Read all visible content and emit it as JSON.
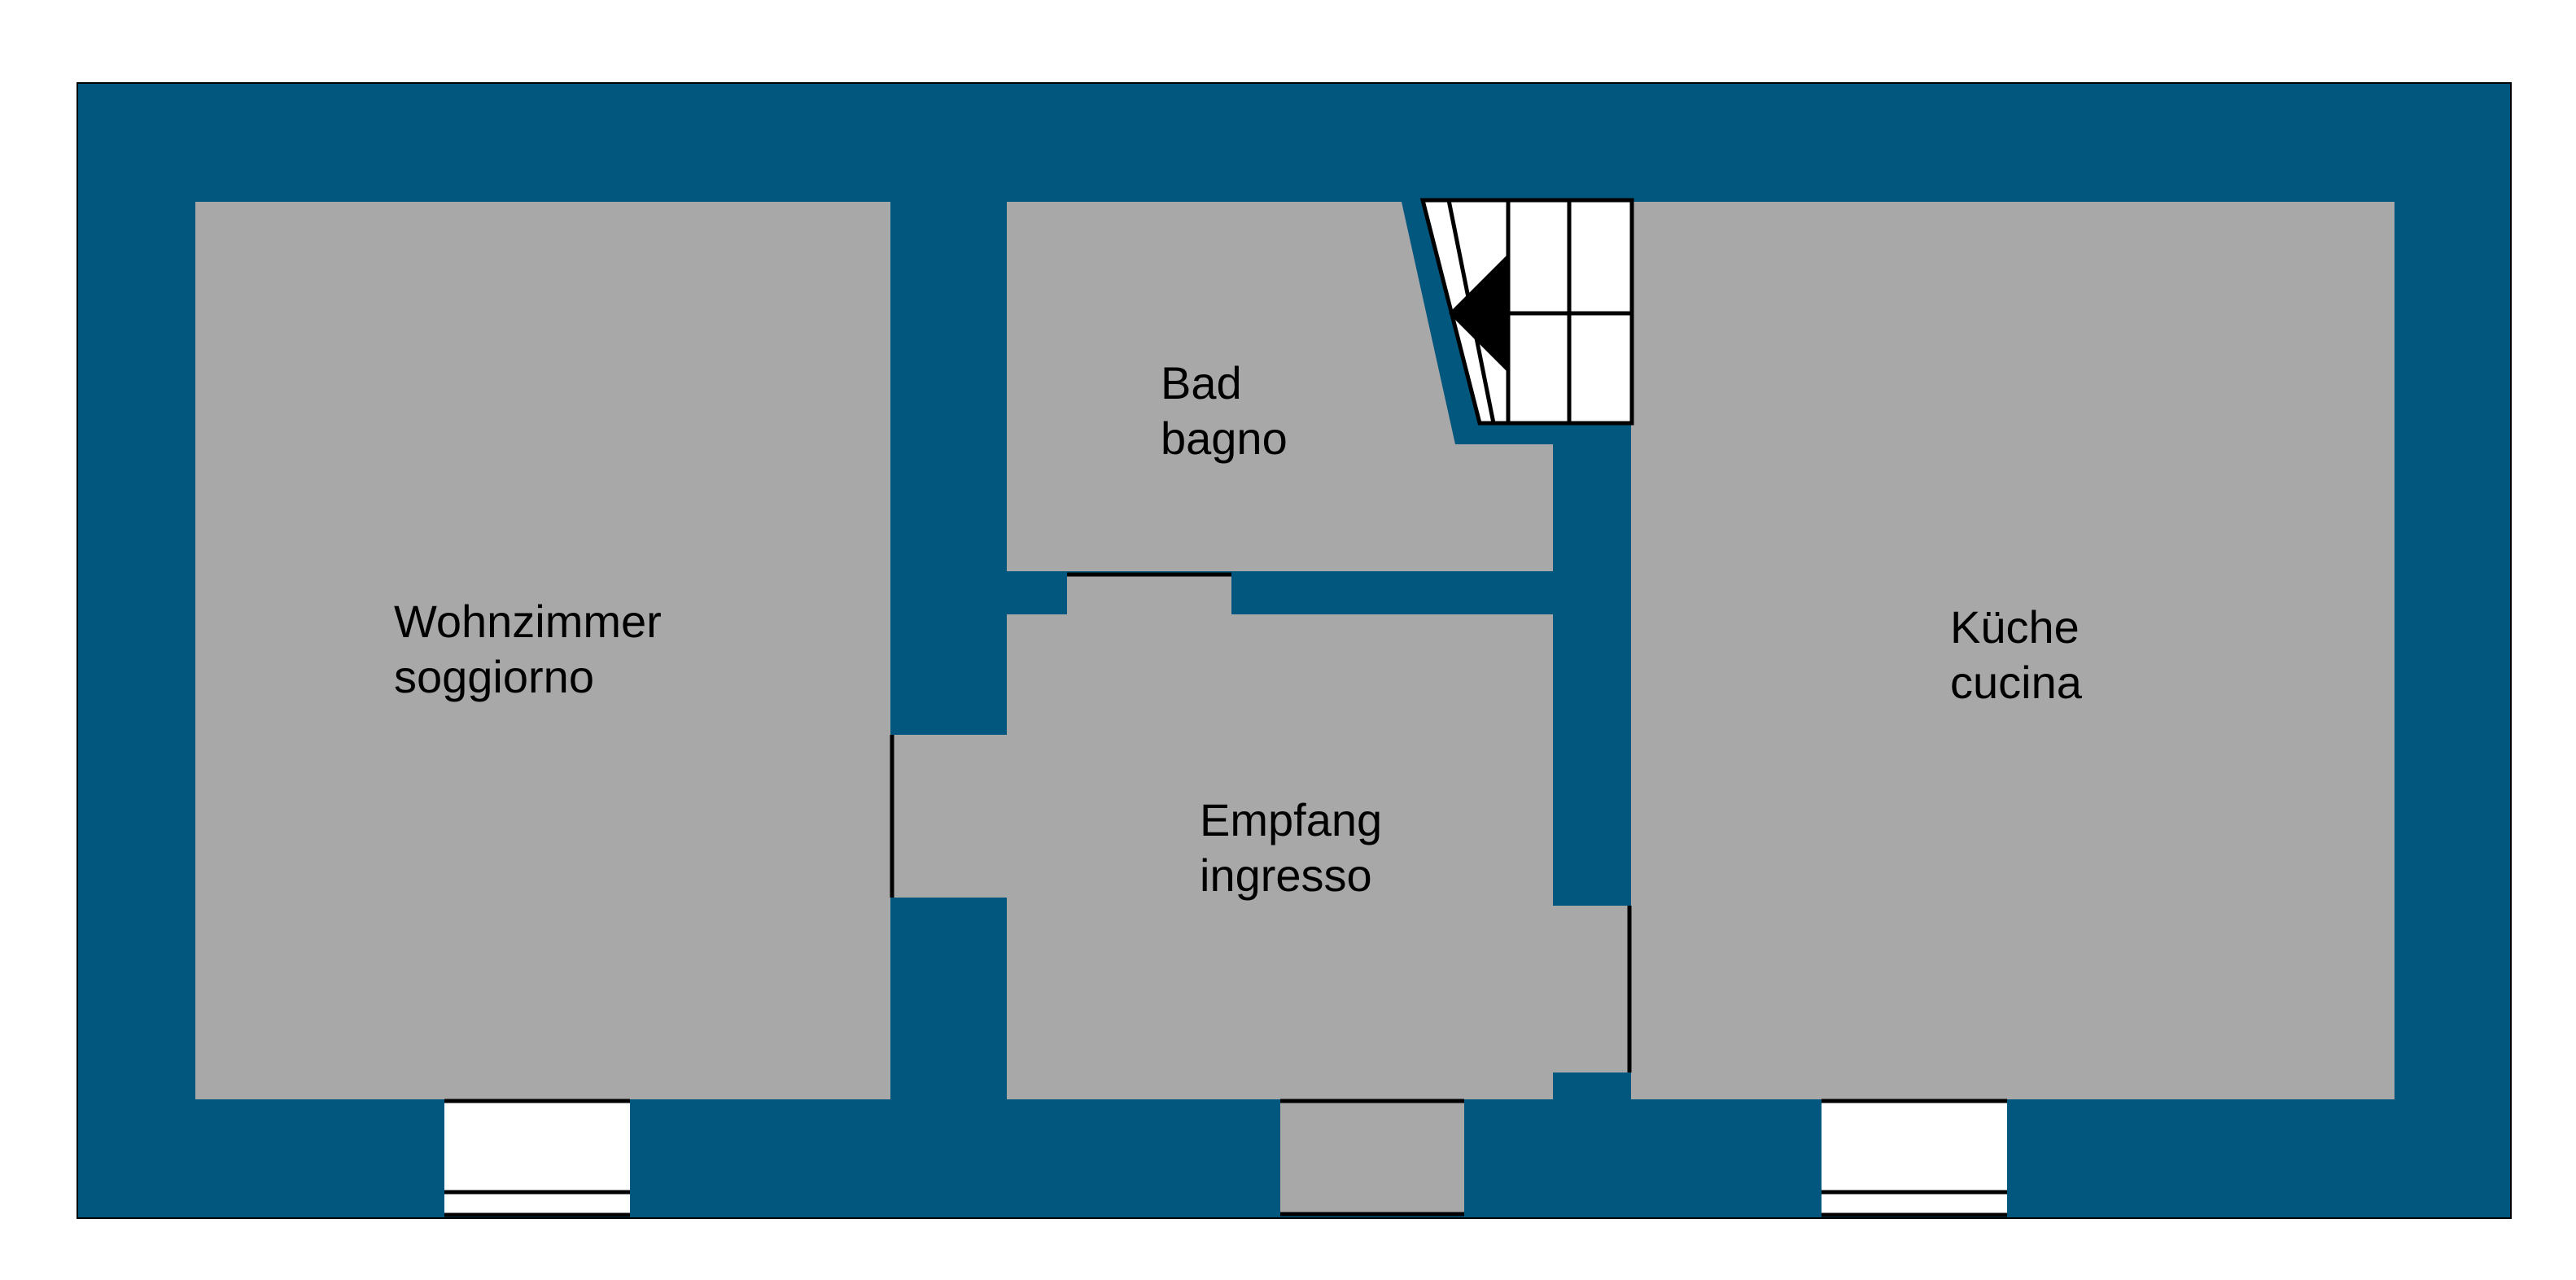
{
  "colors": {
    "wall": "#02577e",
    "floor": "#a8a8a8",
    "opening": "#ffffff",
    "line": "#000000",
    "background": "#ffffff"
  },
  "rooms": {
    "living": {
      "line1": "Wohnzimmer",
      "line2": "soggiorno"
    },
    "bath": {
      "line1": "Bad",
      "line2": "bagno"
    },
    "entrance": {
      "line1": "Empfang",
      "line2": "ingresso"
    },
    "kitchen": {
      "line1": "Küche",
      "line2": "cucina"
    }
  },
  "stair": {
    "direction": "left"
  }
}
